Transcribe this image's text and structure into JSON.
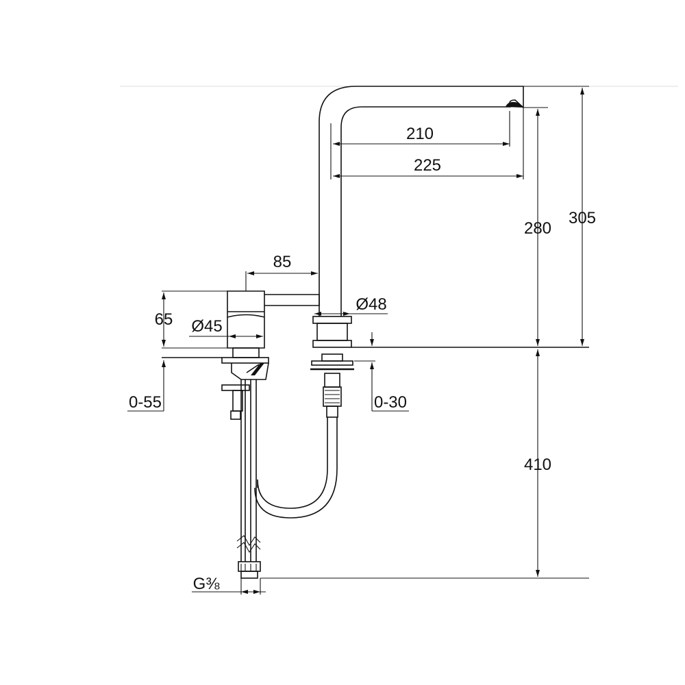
{
  "dimensions": {
    "spout_reach_nozzle": "210",
    "spout_reach_total": "225",
    "lever_length": "85",
    "handle_height": "65",
    "handle_diameter": "Ø45",
    "spout_base_diameter": "Ø48",
    "spout_height_nozzle": "280",
    "spout_height_total": "305",
    "handle_deck_thickness": "0-55",
    "spout_deck_thickness": "0-30",
    "connection_length": "410",
    "thread_size": "G⅜"
  }
}
